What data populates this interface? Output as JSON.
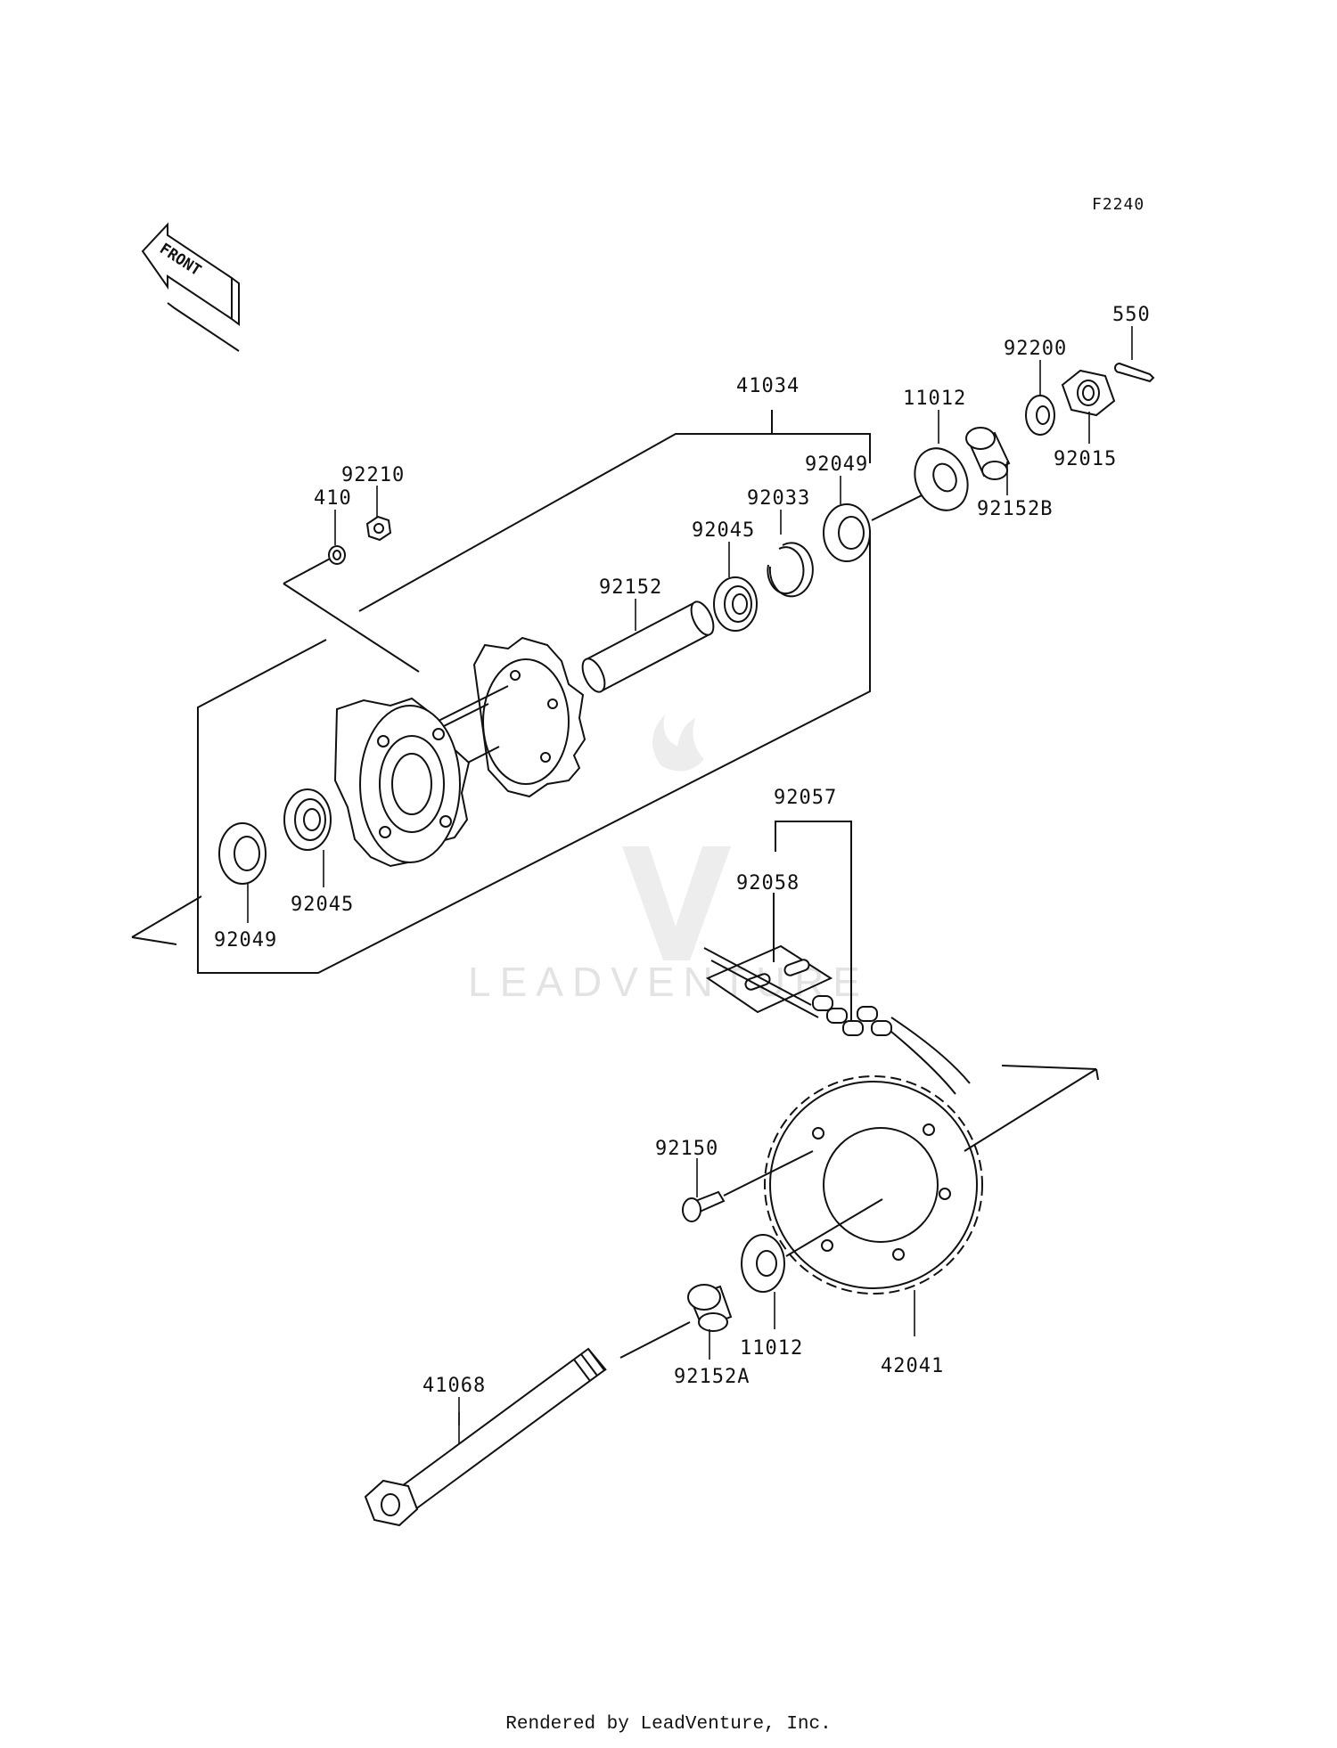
{
  "figure_code": "F2240",
  "front_arrow_label": "FRONT",
  "watermark_text": "LEADVENTURE",
  "footer_text": "Rendered by LeadVenture, Inc.",
  "parts": {
    "p550": "550",
    "p92200": "92200",
    "p92015": "92015",
    "p41034": "41034",
    "p11012_top": "11012",
    "p92152B": "92152B",
    "p92049_top": "92049",
    "p92033": "92033",
    "p92045_top": "92045",
    "p92210": "92210",
    "p410": "410",
    "p92152": "92152",
    "p92045_bottom": "92045",
    "p92049_bottom": "92049",
    "p92057": "92057",
    "p92058": "92058",
    "p92150": "92150",
    "p11012_bottom": "11012",
    "p92152A": "92152A",
    "p42041": "42041",
    "p41068": "41068"
  }
}
